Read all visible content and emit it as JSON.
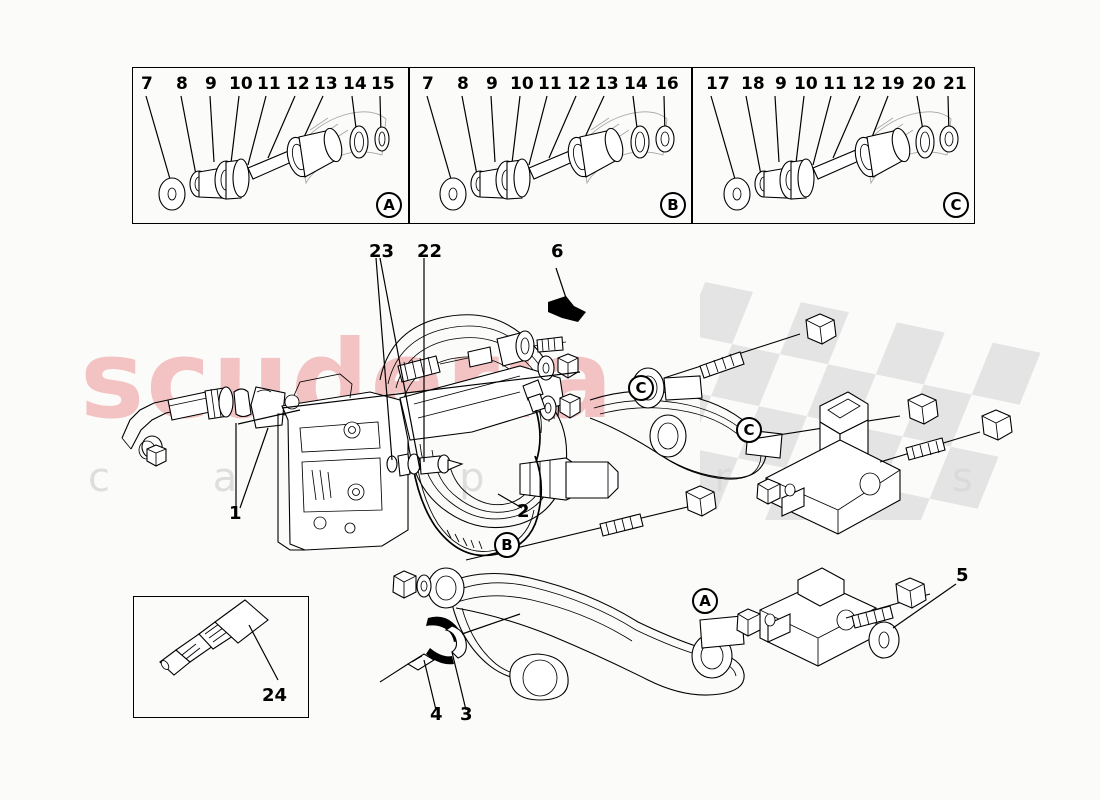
{
  "page": {
    "title": "Rear Suspension Parts Diagram",
    "background_color": "#fbfcfa"
  },
  "watermark": {
    "primary_text": "scuderia",
    "primary_color": "#f2b6b6",
    "secondary_text": "c a r   p a r t s",
    "secondary_color": "#d9d9d9",
    "flag_name": "checkered-flag",
    "flag_color": "#e2e2e2"
  },
  "detail_boxes": [
    {
      "id": "A",
      "letter": "A",
      "numbers": [
        "7",
        "8",
        "9",
        "10",
        "11",
        "12",
        "13",
        "14",
        "15"
      ]
    },
    {
      "id": "B",
      "letter": "B",
      "numbers": [
        "7",
        "8",
        "9",
        "10",
        "11",
        "12",
        "13",
        "14",
        "16"
      ]
    },
    {
      "id": "C",
      "letter": "C",
      "numbers": [
        "17",
        "18",
        "9",
        "10",
        "11",
        "12",
        "19",
        "20",
        "21"
      ]
    }
  ],
  "inset_box": {
    "id": "24",
    "number": "24"
  },
  "main_callouts": [
    {
      "id": "c1",
      "label": "1"
    },
    {
      "id": "c2",
      "label": "2"
    },
    {
      "id": "c3",
      "label": "3"
    },
    {
      "id": "c4",
      "label": "4"
    },
    {
      "id": "c5",
      "label": "5"
    },
    {
      "id": "c6",
      "label": "6"
    },
    {
      "id": "c22",
      "label": "22"
    },
    {
      "id": "c23",
      "label": "23"
    }
  ],
  "main_circle_markers": [
    {
      "id": "m-c-upper",
      "letter": "C"
    },
    {
      "id": "m-c-lower",
      "letter": "C"
    },
    {
      "id": "m-b",
      "letter": "B"
    },
    {
      "id": "m-a",
      "letter": "A"
    }
  ]
}
